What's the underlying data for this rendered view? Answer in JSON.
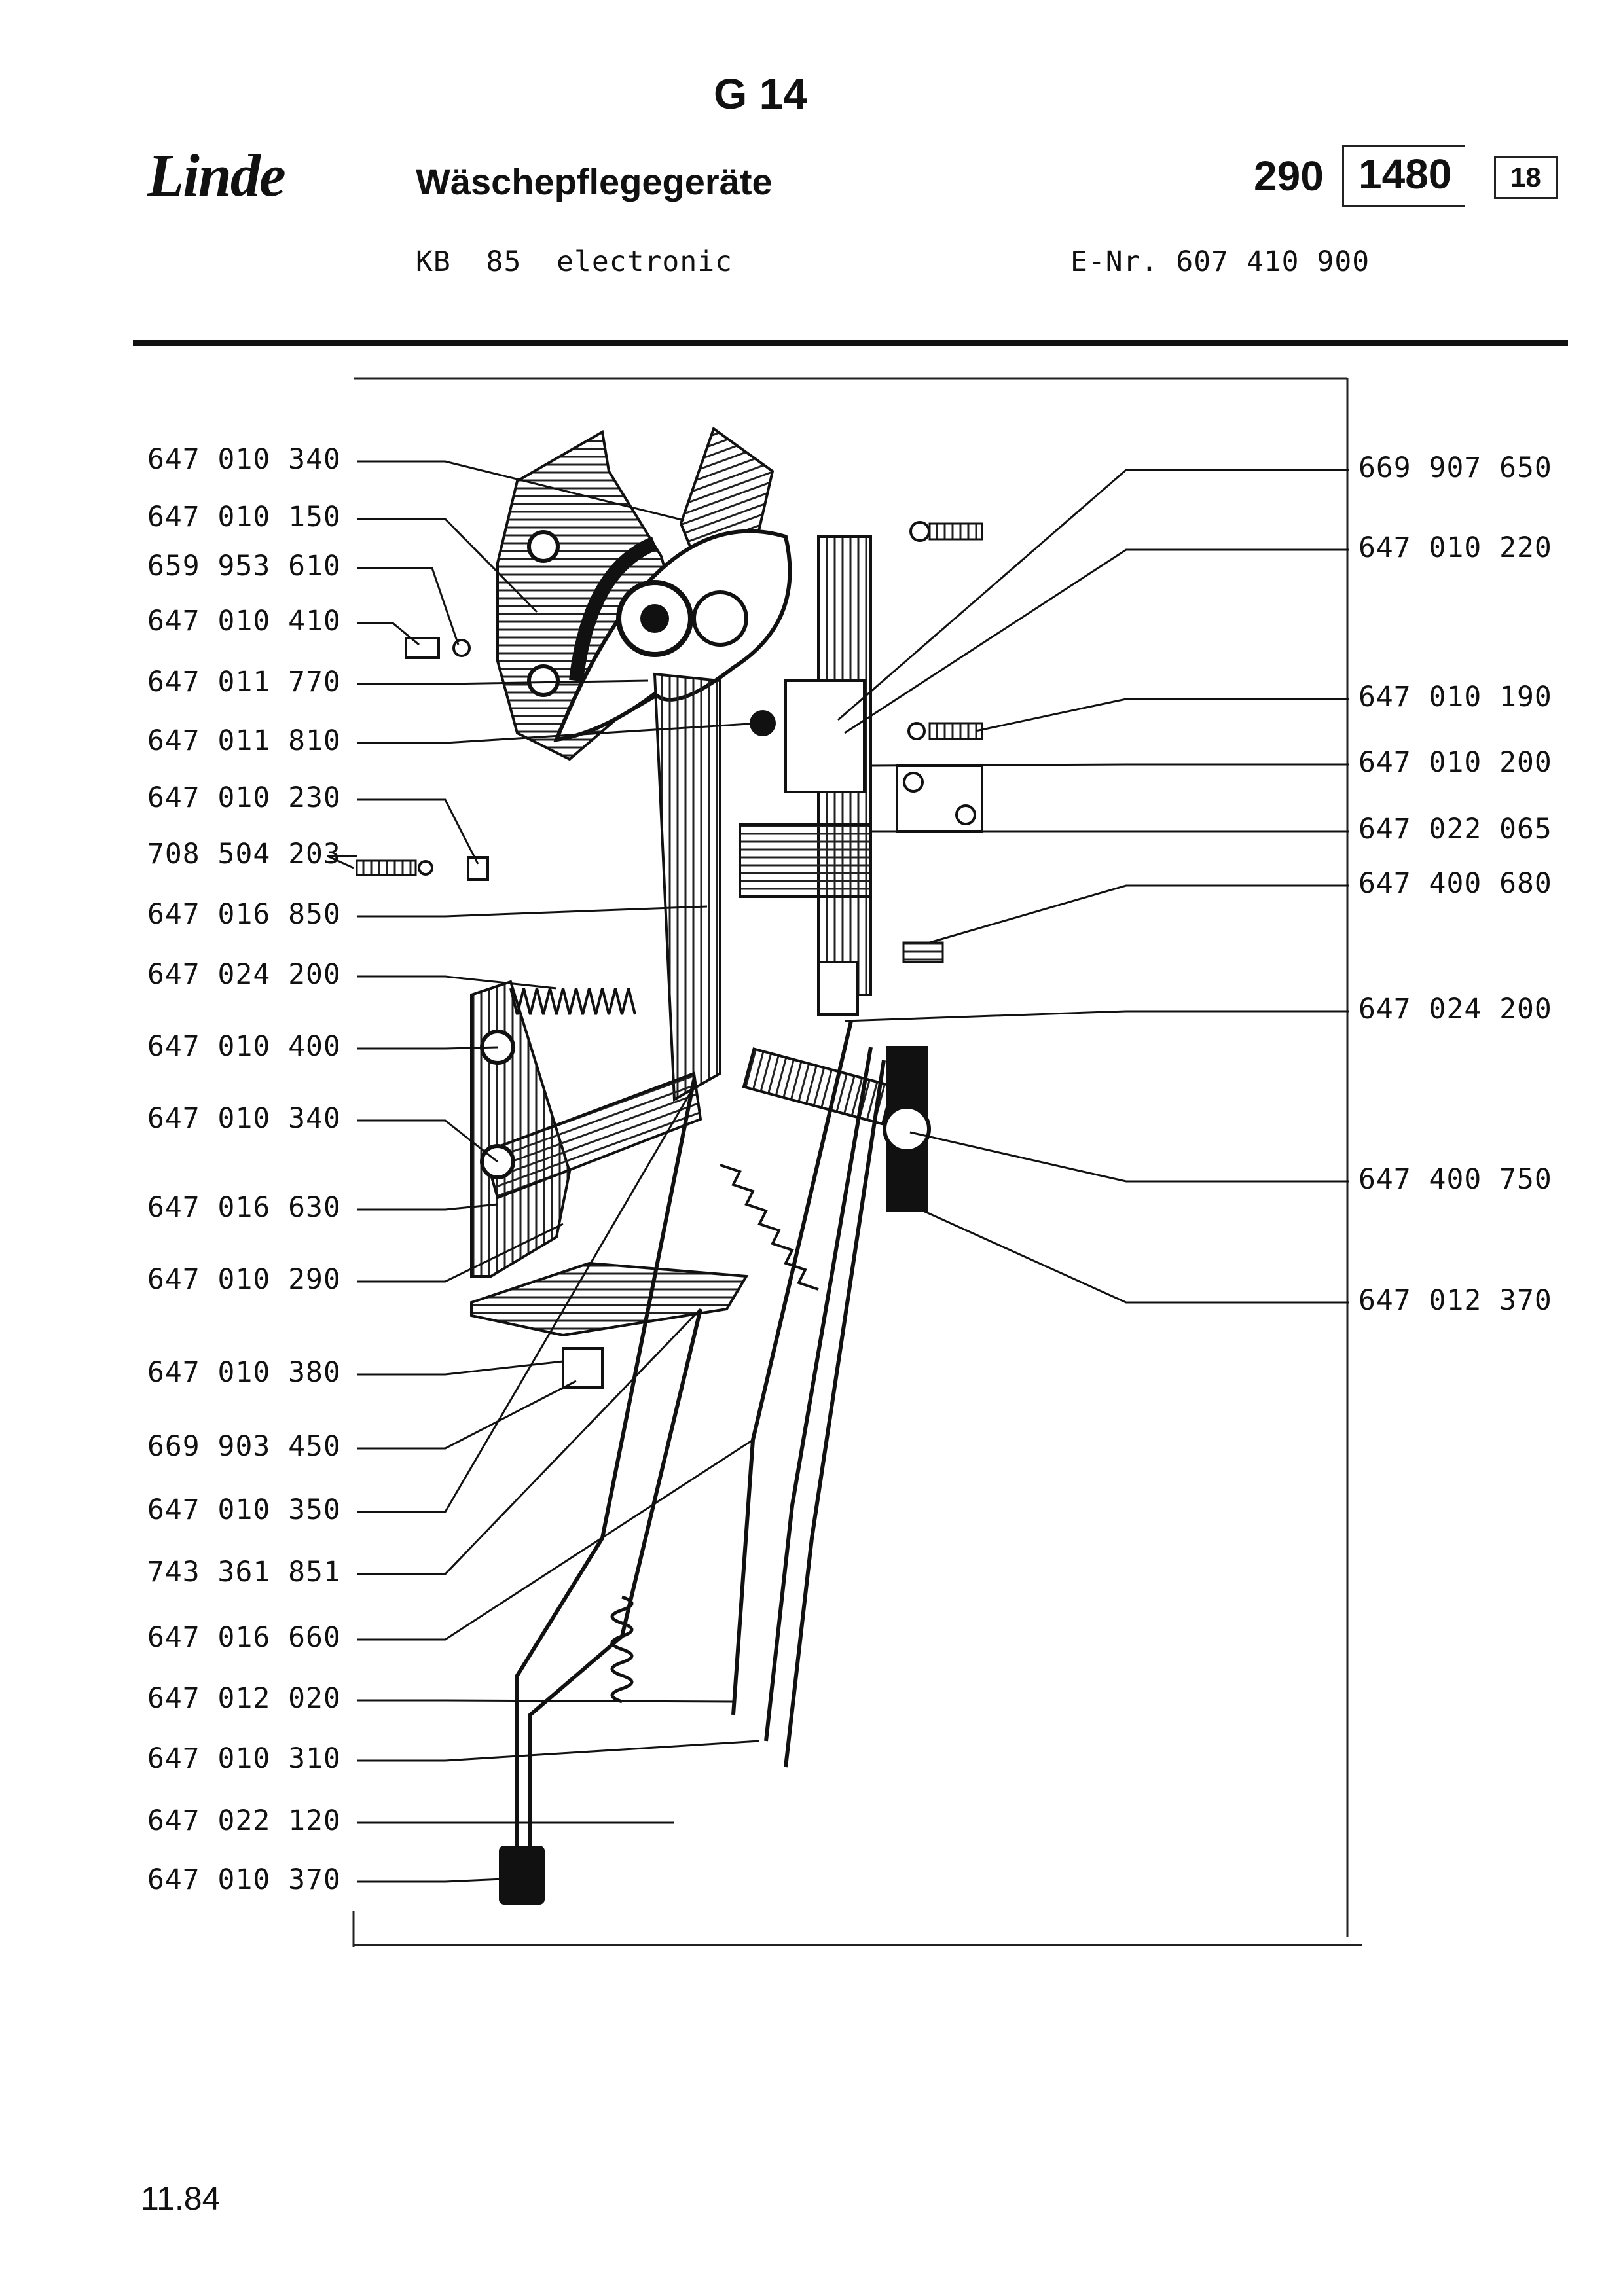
{
  "header": {
    "section": "G 14",
    "brand": "Linde",
    "title": "Wäschepflegegeräte",
    "doc_prefix": "290",
    "doc_number": "1480",
    "page": "18",
    "model": "KB  85  electronic",
    "e_number": "E-Nr. 607 410 900"
  },
  "parts_left": [
    "647 010 340",
    "647 010 150",
    "659 953 610",
    "647 010 410",
    "647 011 770",
    "647 011 810",
    "647 010 230",
    "708 504 203",
    "647 016 850",
    "647 024 200",
    "647 010 400",
    "647 010 340",
    "647 016 630",
    "647 010 290",
    "647 010 380",
    "669 903 450",
    "647 010 350",
    "743 361 851",
    "647 016 660",
    "647 012 020",
    "647 010 310",
    "647 022 120",
    "647 010 370"
  ],
  "parts_right": [
    "669 907 650",
    "647 010 220",
    "647 010 190",
    "647 010 200",
    "647 022 065",
    "647 400 680",
    "647 024 200",
    "647 400 750",
    "647 012 370"
  ],
  "footer": {
    "date": "11.84"
  }
}
